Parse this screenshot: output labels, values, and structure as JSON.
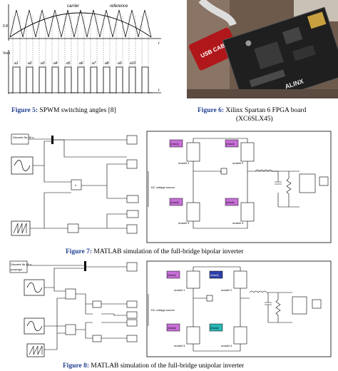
{
  "figure5": {
    "label": "Figure 5:",
    "caption": "SPWM switching angles [8]",
    "top_labels": {
      "carrier": "carrier",
      "reference": "reference"
    },
    "y_top": "0.8",
    "y_bottom": "Vout",
    "pulse_labels": [
      "a1",
      "a2",
      "a3",
      "a4",
      "a5",
      "a6",
      "a7",
      "a8",
      "a9",
      "a10"
    ],
    "axis_t": "t"
  },
  "figure6": {
    "label": "Figure 6:",
    "caption_line1": "Xilinx  Spartan  6  FPGA  board",
    "caption_line2": "(XC6SLX45)",
    "board_text": {
      "usb": "USB CABLE",
      "brand": "ALINX"
    }
  },
  "figure7": {
    "label": "Figure 7:",
    "caption": "MATLAB simulation of the full-bridge bipolar inverter",
    "blocks": {
      "const": "Discrete 5e-05 s.",
      "dc_source": "DC voltage source",
      "mosfets": [
        "mosfet 1",
        "mosfet 2",
        "mosfet 3",
        "mosfet 4"
      ],
      "tags": [
        "[Goto1]",
        "[Goto2]",
        "[Goto3]",
        "[Goto4]"
      ]
    }
  },
  "figure8": {
    "label": "Figure 8:",
    "caption": "MATLAB simulation of the full-bridge unipolar inverter",
    "blocks": {
      "const": "Discrete 5e-05 s.",
      "powergui": "powergui",
      "dc_source": "DC voltage source",
      "mosfets": [
        "mosfet 1",
        "mosfet 2",
        "mosfet 3",
        "mosfet 4"
      ],
      "tags": [
        "[Goto1]",
        "[Goto2]",
        "[Goto3]",
        "[Goto4]"
      ]
    }
  }
}
